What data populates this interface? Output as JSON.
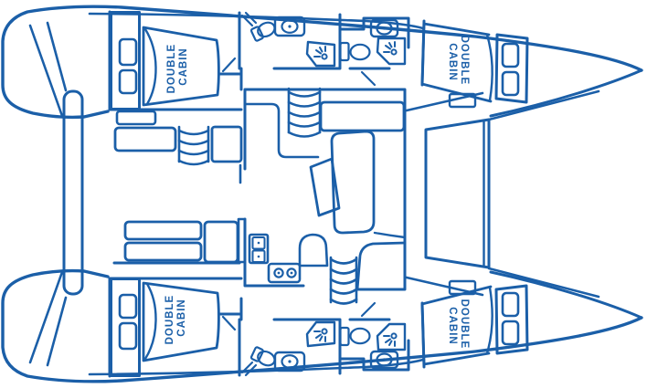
{
  "diagram": {
    "kind": "catamaran-deck-plan",
    "colors": {
      "line": "#1b5fa8",
      "background": "#ffffff"
    },
    "cabins": [
      {
        "id": "port-aft",
        "line1": "DOUBLE",
        "line2": "CABIN"
      },
      {
        "id": "port-forward",
        "line1": "DOUBLE",
        "line2": "CABIN"
      },
      {
        "id": "starboard-aft",
        "line1": "DOUBLE",
        "line2": "CABIN"
      },
      {
        "id": "starboard-forward",
        "line1": "DOUBLE",
        "line2": "CABIN"
      }
    ]
  }
}
